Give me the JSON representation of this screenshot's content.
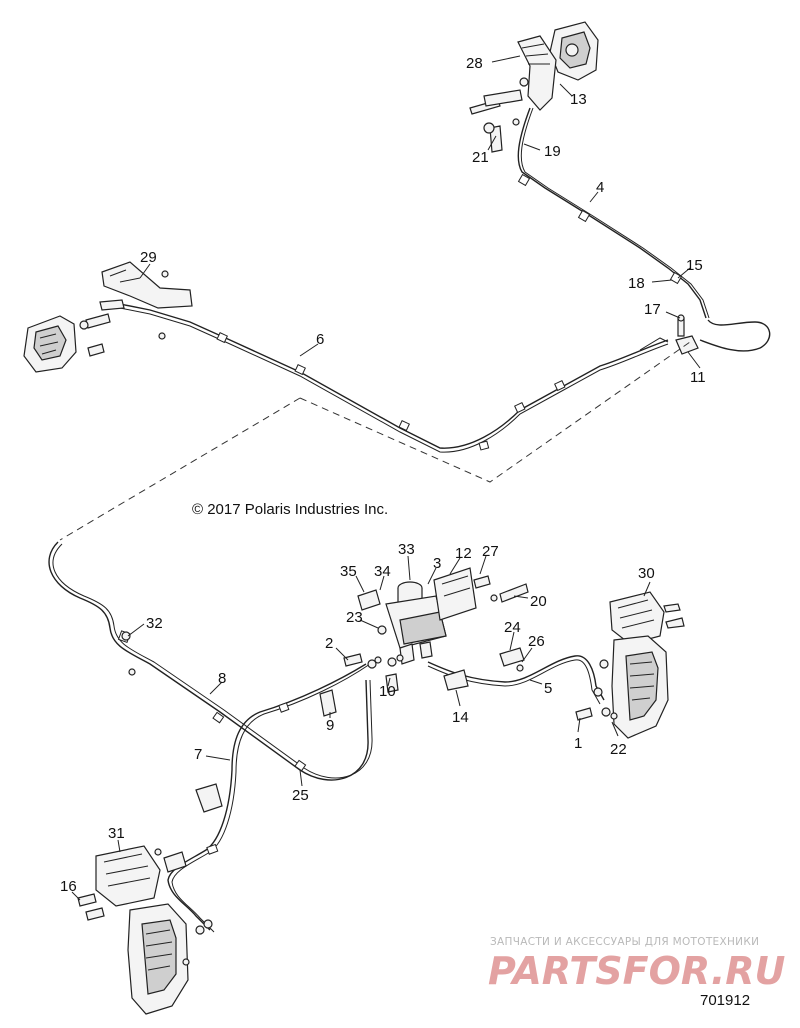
{
  "copyright": "© 2017 Polaris Industries Inc.",
  "diagram_id": "701912",
  "watermark": {
    "tagline": "ЗАПЧАСТИ И АКСЕССУАРЫ ДЛЯ МОТОТЕХНИКИ",
    "brand": "PARTSFOR.RU"
  },
  "callouts": [
    "1",
    "2",
    "3",
    "4",
    "5",
    "6",
    "7",
    "8",
    "9",
    "10",
    "11",
    "12",
    "13",
    "14",
    "15",
    "16",
    "17",
    "18",
    "19",
    "20",
    "21",
    "22",
    "23",
    "24",
    "25",
    "26",
    "27",
    "28",
    "29",
    "30",
    "31",
    "32",
    "33",
    "34",
    "35"
  ]
}
